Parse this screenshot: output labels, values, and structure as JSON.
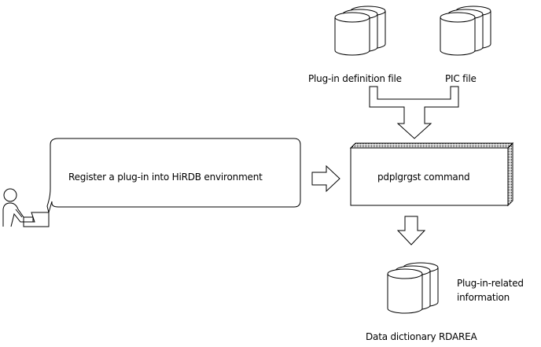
{
  "diagram": {
    "inputs": {
      "plugin_definition_file": "Plug-in definition file",
      "pic_file": "PIC file"
    },
    "user_action": "Register a plug-in into HiRDB environment",
    "command": "pdplgrgst command",
    "output": {
      "info_label": "Plug-in-related information",
      "rdarea_label": "Data dictionary RDAREA"
    }
  }
}
